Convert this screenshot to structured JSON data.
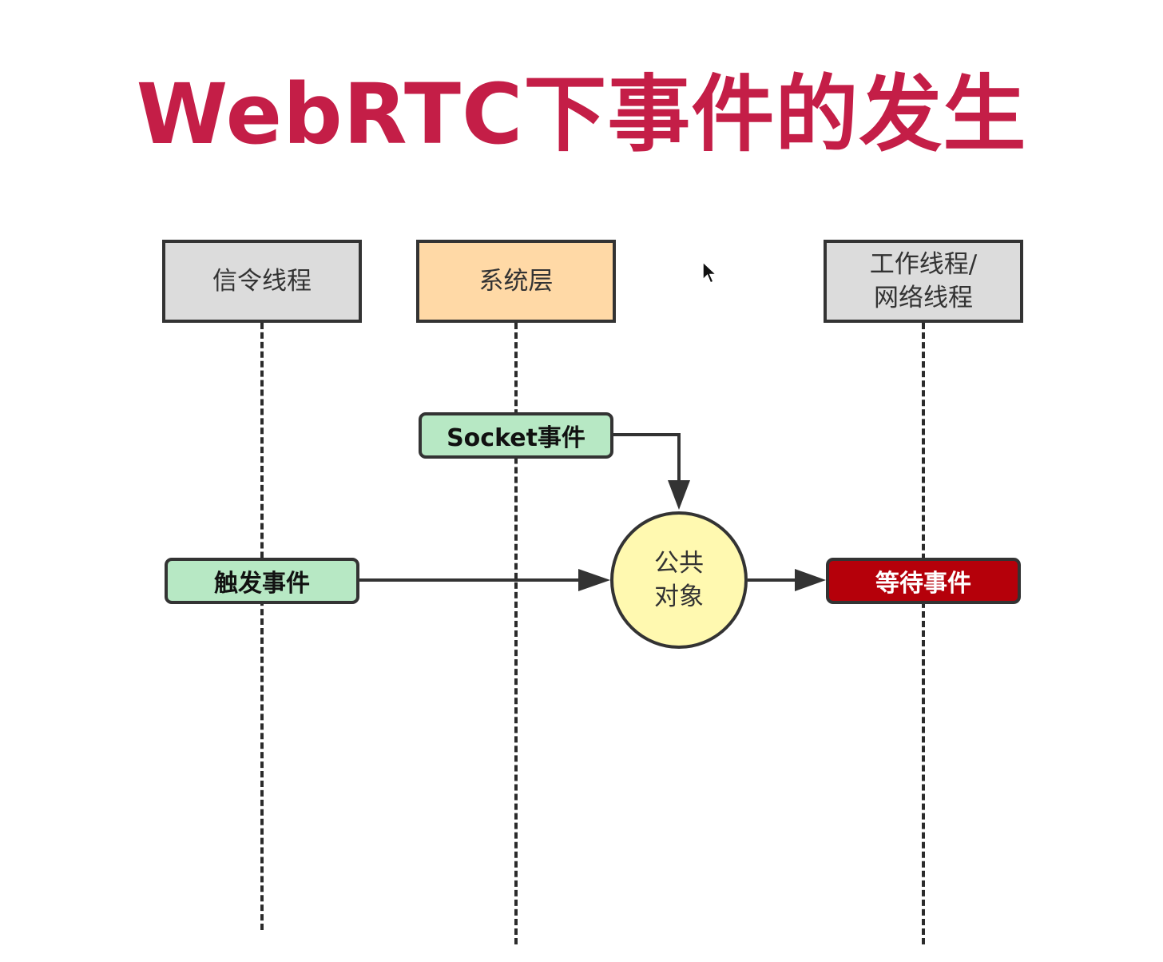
{
  "title": "WebRTC下事件的发生",
  "colors": {
    "title": "#c41e47",
    "lane_box_gray": "#dcdcdc",
    "lane_box_orange": "#ffd9a6",
    "event_box_green": "#b7e8c4",
    "circle_yellow": "#fff9b0",
    "wait_box_red": "#b5000a",
    "line": "#333333"
  },
  "lanes": [
    {
      "id": "signal",
      "label": "信令线程"
    },
    {
      "id": "system",
      "label": "系统层"
    },
    {
      "id": "worker",
      "label": "工作线程/\n网络线程"
    }
  ],
  "nodes": {
    "socket_event": "Socket事件",
    "trigger_event": "触发事件",
    "common_object": "公共\n对象",
    "wait_event": "等待事件"
  },
  "edges": [
    {
      "from": "socket_event",
      "to": "common_object"
    },
    {
      "from": "trigger_event",
      "to": "common_object"
    },
    {
      "from": "common_object",
      "to": "wait_event"
    }
  ]
}
